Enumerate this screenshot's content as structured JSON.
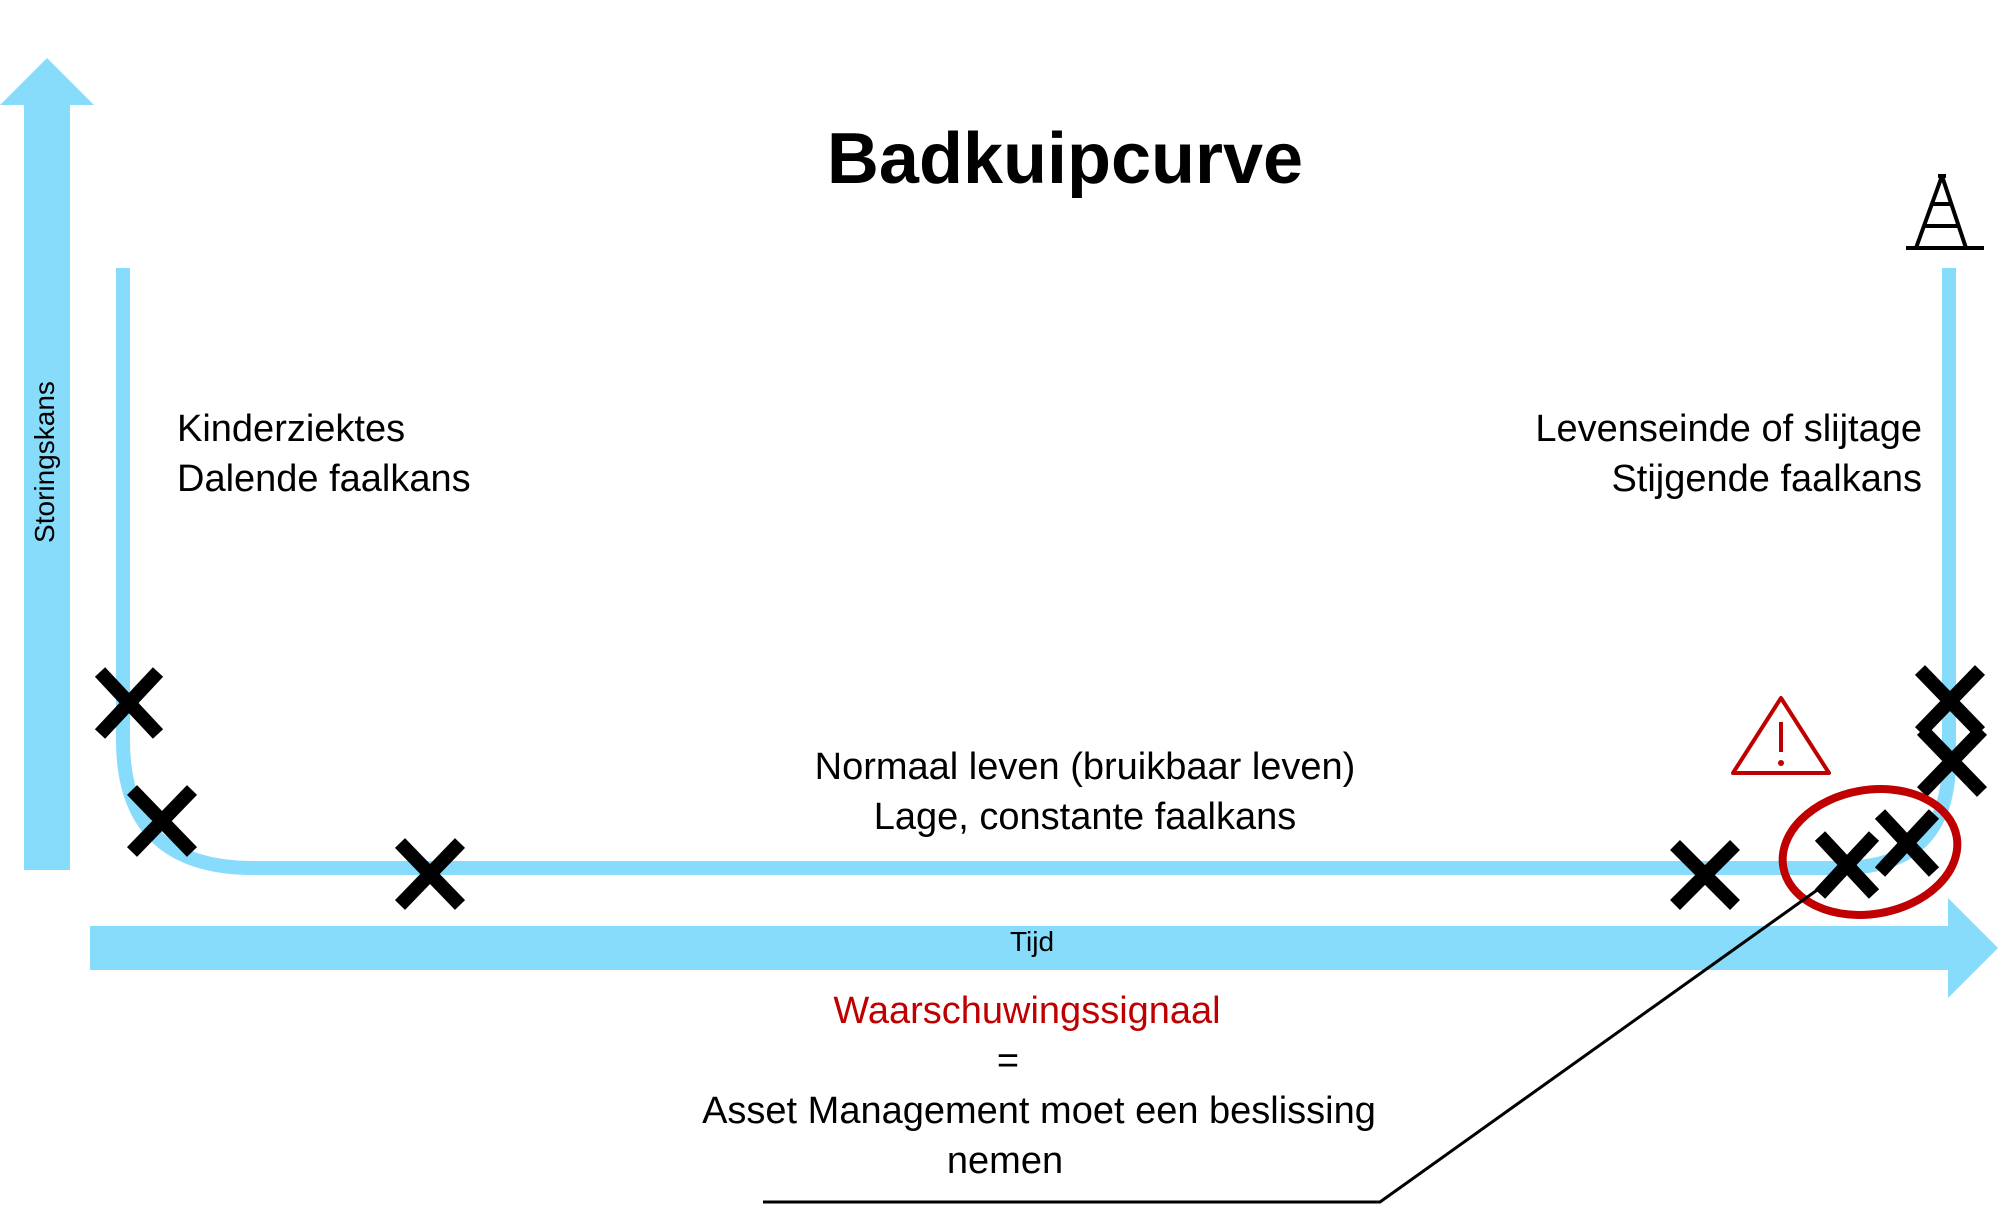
{
  "title": "Badkuipcurve",
  "axes": {
    "y_label": "Storingskans",
    "x_label": "Tijd"
  },
  "phases": {
    "early": {
      "line1": "Kinderziektes",
      "line2": "Dalende faalkans"
    },
    "normal": {
      "line1": "Normaal leven (bruikbaar leven)",
      "line2": "Lage, constante faalkans"
    },
    "end": {
      "line1": "Levenseinde of slijtage",
      "line2": "Stijgende faalkans"
    }
  },
  "note": {
    "warning": "Waarschuwingssignaal",
    "equals": "=",
    "line1": "Asset Management moet een beslissing",
    "line2": "nemen"
  },
  "colors": {
    "curve": "#87dcfc",
    "marker": "#000000",
    "warning": "#c00000"
  },
  "icons": [
    "warning-triangle-icon",
    "pylon-icon",
    "failure-cross-icon"
  ]
}
